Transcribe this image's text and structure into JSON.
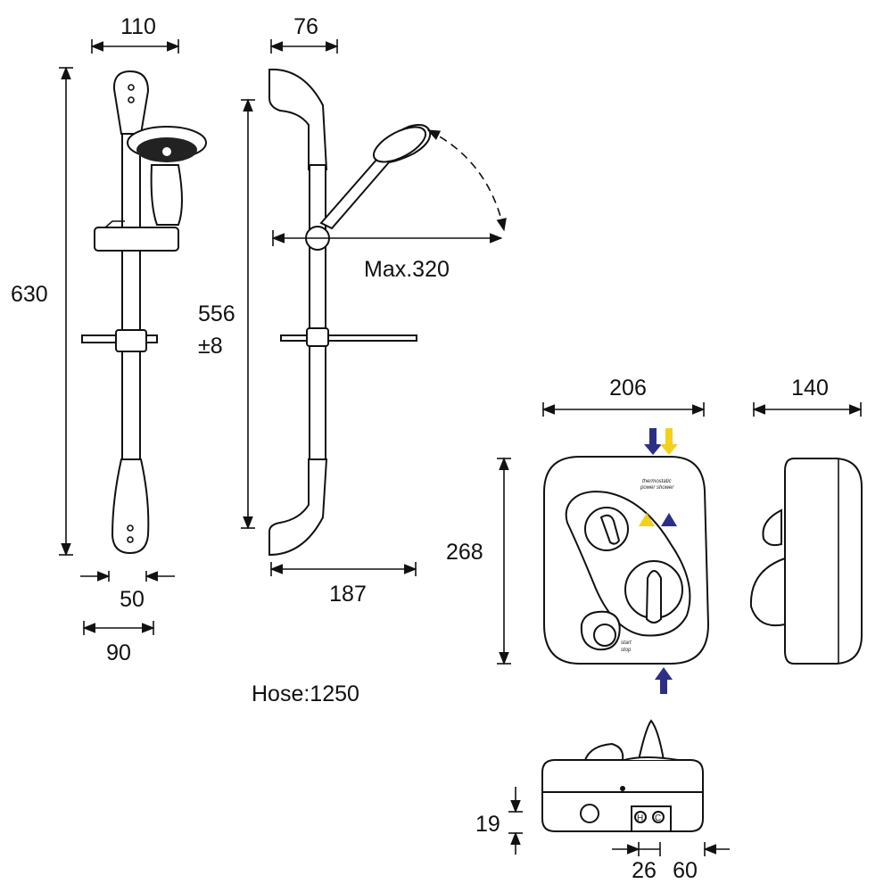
{
  "dimensions": {
    "rail_front_width": "110",
    "rail_side_depth": "76",
    "rail_height": "630",
    "fixing_centres": "556",
    "fixing_tolerance": "±8",
    "handset_reach": "Max.320",
    "rail_bottom_50": "50",
    "rail_bottom_90": "90",
    "soap_dish_depth": "187",
    "hose": "Hose:1250",
    "unit_width": "206",
    "unit_depth": "140",
    "unit_height": "268",
    "inlet_offset": "19",
    "inlet_26": "26",
    "inlet_60": "60"
  },
  "unit_labels": {
    "brand_line1": "thermostatic",
    "brand_line2": "power shower",
    "button_line1": "start",
    "button_line2": "stop",
    "inlet_h": "H",
    "inlet_c": "C"
  },
  "colors": {
    "outline": "#111111",
    "cold_arrow": "#2b2f86",
    "hot_arrow": "#f3d11a"
  }
}
